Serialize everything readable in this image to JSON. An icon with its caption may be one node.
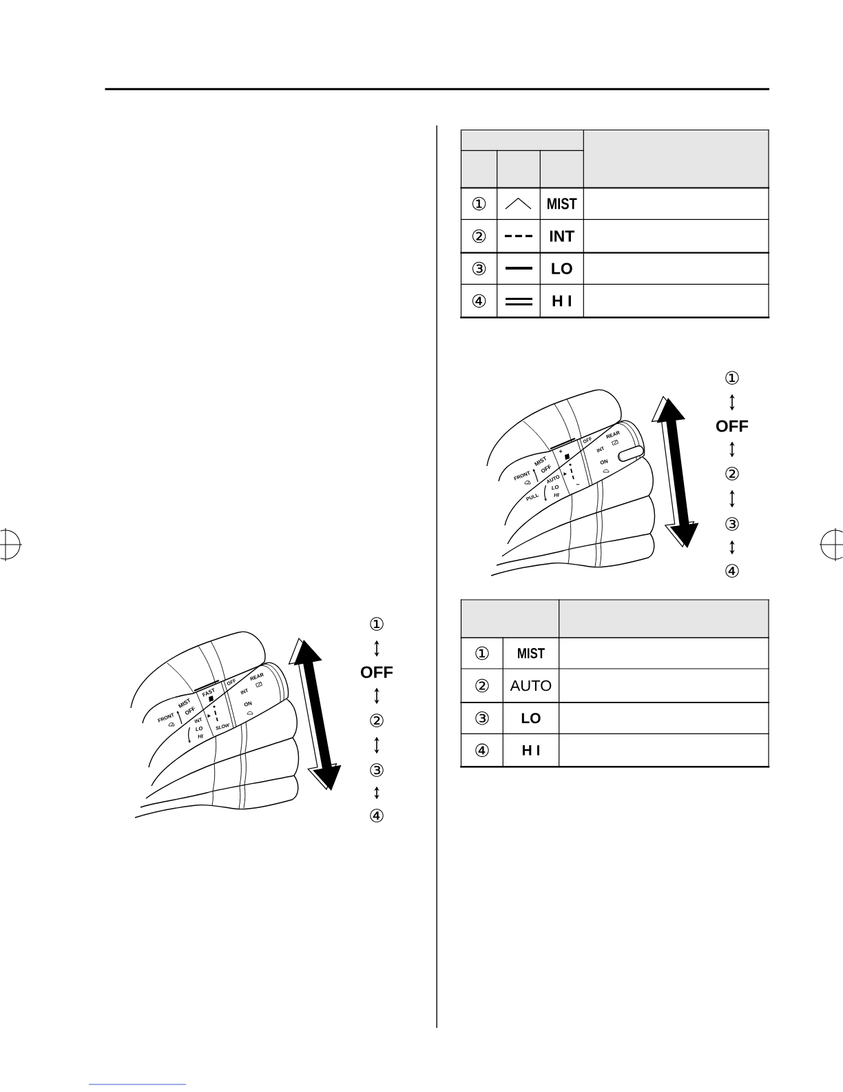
{
  "diagram": {
    "nodes": [
      {
        "text": [
          "①"
        ]
      },
      {
        "text": [
          "OFF"
        ]
      },
      {
        "text": [
          "②"
        ]
      },
      {
        "text": [
          "③"
        ]
      },
      {
        "text": [
          "④"
        ]
      },
      {
        "text": [
          "①"
        ]
      },
      {
        "text": [
          "OFF"
        ]
      },
      {
        "text": [
          "②"
        ]
      },
      {
        "text": [
          "③"
        ]
      },
      {
        "text": [
          "④"
        ]
      }
    ],
    "edges": [
      {
        "from": 0,
        "to": 1,
        "arrow": "both"
      },
      {
        "from": 1,
        "to": 2,
        "arrow": "both"
      },
      {
        "from": 2,
        "to": 3,
        "arrow": "both"
      },
      {
        "from": 3,
        "to": 4,
        "arrow": "both"
      },
      {
        "from": 5,
        "to": 6,
        "arrow": "both"
      },
      {
        "from": 6,
        "to": 7,
        "arrow": "both"
      },
      {
        "from": 7,
        "to": 8,
        "arrow": "both"
      },
      {
        "from": 8,
        "to": 9,
        "arrow": "both"
      }
    ],
    "labels": [
      "FRONT",
      "MIST",
      "OFF",
      "INT",
      "LO",
      "HI",
      "FAST",
      "SLOW",
      "OFF",
      "REAR",
      "INT",
      "ON",
      "①",
      "MIST",
      "②",
      "INT",
      "③",
      "LO",
      "④",
      "H I",
      "FRONT",
      "PULL",
      "MIST",
      "OFF",
      "AUTO",
      "LO",
      "HI",
      "+",
      "−",
      "OFF",
      "REAR",
      "INT",
      "ON",
      "①",
      "MIST",
      "②",
      "AUTO",
      "③",
      "LO",
      "④",
      "H I"
    ]
  }
}
